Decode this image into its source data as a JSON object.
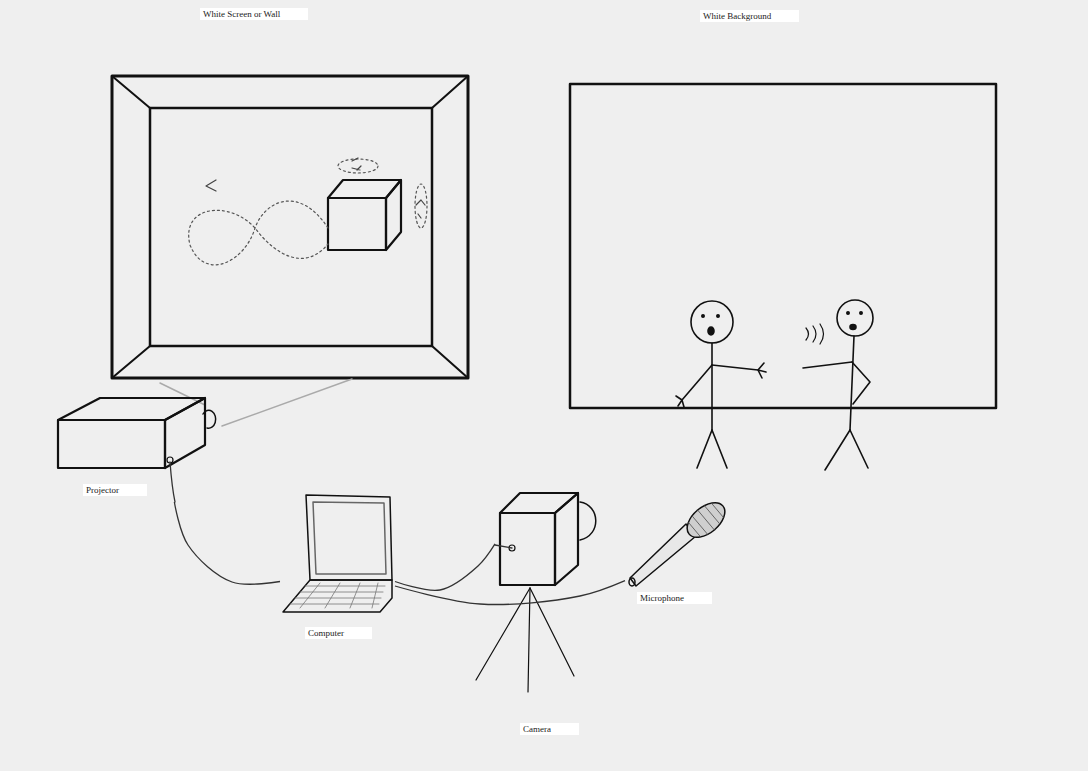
{
  "diagram": {
    "nodes": [
      {
        "text": [
          "White Screen or Wall"
        ]
      },
      {
        "text": [
          "White Background"
        ]
      },
      {
        "text": [
          "Projector"
        ]
      },
      {
        "text": [
          "Computer"
        ]
      },
      {
        "text": [
          "Camera"
        ]
      },
      {
        "text": [
          "Microphone"
        ]
      }
    ],
    "edges": [
      {
        "from": 3,
        "to": 2,
        "arrow": "none"
      },
      {
        "from": 3,
        "to": 4,
        "arrow": "none"
      },
      {
        "from": 3,
        "to": 5,
        "arrow": "none"
      }
    ]
  }
}
